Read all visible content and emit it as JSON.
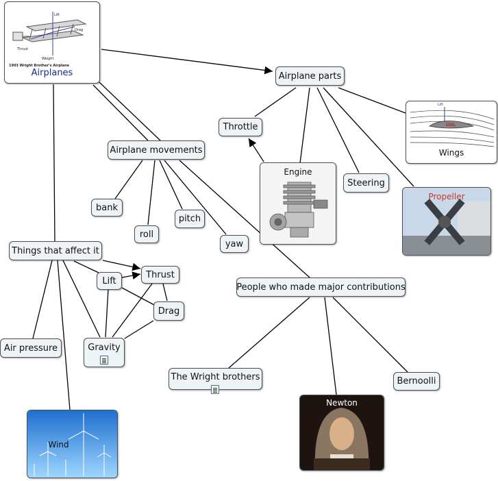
{
  "nodes": {
    "airplanes": "Airplanes",
    "airplanes_caption": "1903 Wright Brother's Airplane",
    "airplanes_diagram": {
      "lift": "Lift",
      "drag": "Drag",
      "thrust": "Thrust",
      "weight": "Weight"
    },
    "airplane_parts": "Airplane parts",
    "throttle": "Throttle",
    "airplane_movements": "Airplane movements",
    "engine": "Engine",
    "steering": "Steering",
    "wings": "Wings",
    "wings_diagram": {
      "lift": "Lift",
      "drag": "Drag"
    },
    "propeller": "Propeller",
    "bank": "bank",
    "roll": "roll",
    "pitch": "pitch",
    "yaw": "yaw",
    "things_affect": "Things that affect it",
    "lift": "Lift",
    "thrust": "Thrust",
    "drag": "Drag",
    "gravity": "Gravity",
    "air_pressure": "Air pressure",
    "people": "People who made major contributions",
    "wright_brothers": "The Wright brothers",
    "bernoolli": "Bernoolli",
    "newton": "Newton",
    "wind": "Wind"
  },
  "colors": {
    "node_bg": "#eef3f6",
    "border": "#4a4f55",
    "line": "#000000",
    "airplanes_label": "#1a2a8a",
    "propeller_label": "#c0392b",
    "doc_icon": "#2b6bb0"
  }
}
